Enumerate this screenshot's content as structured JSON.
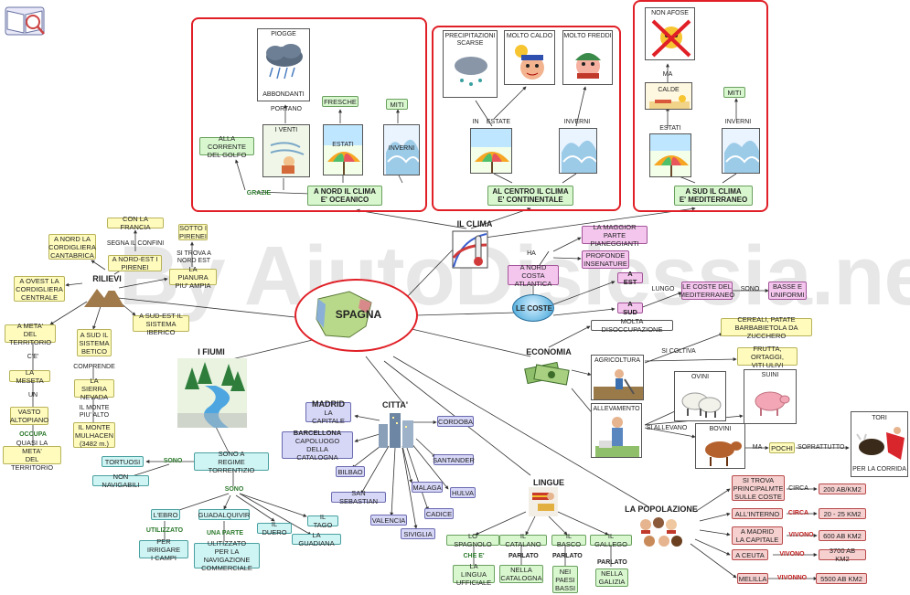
{
  "center": {
    "label": "SPAGNA"
  },
  "clima": {
    "title": "IL CLIMA",
    "nord": {
      "label": "A NORD IL CLIMA\nE' OCEANICO",
      "grazie": "GRAZIE",
      "corrente": "ALLA CORRENTE\nDEL GOLFO",
      "venti": "I VENTI",
      "portano": "PORTANO",
      "piogge_top": "PIOGGE",
      "piogge_bottom": "ABBONDANTI",
      "estati": "ESTATI",
      "inverni": "INVERNI",
      "fresche": "FRESCHE",
      "miti": "MITI"
    },
    "centro": {
      "label": "AL CENTRO IL CLIMA\nE' CONTINENTALE",
      "in": "IN",
      "estate": "ESTATE",
      "inverni": "INVERNI",
      "precip": "PRECIPITAZIONI\nSCARSE",
      "caldo": "MOLTO CALDO",
      "freddi": "MOLTO FREDDI"
    },
    "sud": {
      "label": "A SUD IL CLIMA\nE' MEDITERRANEO",
      "estati": "ESTATI",
      "inverni": "INVERNI",
      "calde": "CALDE",
      "ma": "MA",
      "non_afose": "NON AFOSE",
      "miti": "MITI"
    }
  },
  "rilievi": {
    "title": "RILIEVI",
    "ovest": "A OVEST LA\nCORDIGLIERA\nCENTRALE",
    "nord": "A NORD LA\nCORDIGLIERA\nCANTABRICA",
    "nordest": "A NORD-EST I\nPIRENEI",
    "segna": "SEGNA IL CONFINI",
    "francia": "CON LA FRANCIA",
    "pianura": "LA PIANURA\nPIU' AMPIA",
    "si_trova": "SI TROVA A\nNORD EST",
    "sotto": "SOTTO I\nPIRENEI",
    "sudest": "A SUD-EST IL\nSISTEMA IBERICO",
    "meta": "A META'\nDEL TERRITORIO",
    "ce": "C'E'",
    "meseta": "LA MESETA",
    "un": "UN",
    "vasto": "VASTO\nALTOPIANO",
    "occupa": "OCCUPA",
    "quasi": "QUASI LA META'\nDEL TERRITORIO",
    "sud": "A SUD IL\nSISTEMA\nBETICO",
    "comprende": "COMPRENDE",
    "sierra": "LA SIERRA\nNEVADA",
    "monte_lbl": "IL MONTE\nPIU' ALTO",
    "mulhacen": "IL MONTE\nMULHACEN\n(3482 m.)"
  },
  "coste": {
    "title": "LE COSTE",
    "nord": "A NORD COSTA\nATLANTICA",
    "ha": "HA",
    "pianeggianti": "LA MAGGIOR PARTE\nPIANEGGIANTI",
    "insenature": "PROFONDE\nINSENATURE",
    "est": "A EST",
    "sud": "A SUD",
    "lungo": "LUNGO",
    "mediterraneo": "LE COSTE DEL\nMEDITERRANEO",
    "sono": "SONO",
    "basse": "BASSE E\nUNIFORMI"
  },
  "economia": {
    "title": "ECONOMIA",
    "disoccupazione": "MOLTA DISOCCUPAZIONE",
    "agricoltura": "AGRICOLTURA",
    "si_coltiva": "SI COLTIVA",
    "cereali": "CEREALI, PATATE\nBARBABIETOLA DA ZUCCHERO",
    "frutta": "FRUTTA, ORTAGGI,\nVITI ULIVI",
    "allevamento": "ALLEVAMENTO",
    "si_allevano": "SI ALLEVANO",
    "ovini": "OVINI",
    "suini": "SUINI",
    "bovini": "BOVINI",
    "ma": "MA",
    "pochi": "POCHI",
    "soprattutto": "SOPRATTUTTO",
    "tori": "TORI",
    "corrida": "PER LA CORRIDA"
  },
  "fiumi": {
    "title": "I FIUMI",
    "regime": "SONO A\nREGIME TORRENTIZIO",
    "sono1": "SONO",
    "tortuosi": "TORTUOSI",
    "non_navigabili": "NON NAVIGABILI",
    "sono2": "SONO",
    "ebro": "L'EBRO",
    "utilizzato": "UTILIZZATO",
    "irrigare": "PER IRRIGARE\nI CAMPI",
    "guadalquivir": "GUADALQUIVIR",
    "una_parte": "UNA PARTE",
    "navigazione": "ULITIZZATO\nPER LA NAVIGAZIONE\nCOMMERCIALE",
    "duero": "IL DUERO",
    "tago": "IL TAGO",
    "guadiana": "LA GUADIANA"
  },
  "citta": {
    "title": "CITTA'",
    "madrid": "MADRID",
    "madrid_sub": "LA CAPITALE",
    "barcellona": "BARCELLONA",
    "barcellona_sub": "CAPOLUOGO\nDELLA CATALOGNA",
    "cordoba": "CORDOBA",
    "santander": "SANTANDER",
    "bilbao": "BILBAO",
    "san_sebastian": "SAN SEBASTIAN",
    "malaga": "MALAGA",
    "huelva": "HULVA",
    "valencia": "VALENCIA",
    "cadice": "CADICE",
    "siviglia": "SIVIGLIA"
  },
  "lingue": {
    "title": "LINGUE",
    "spagnolo": "LO SPAGNOLO",
    "che_e": "CHE E'",
    "ufficiale": "LA LINGUA\nUFFICIALE",
    "catalano": "IL CATALANO",
    "parlato1": "PARLATO",
    "catalogna": "NELLA\nCATALOGNA",
    "basco": "IL BASCO",
    "parlato2": "PARLATO",
    "paesi_baschi": "NEI\nPAESI\nBASSI",
    "gallego": "IL GALLEGO",
    "parlato3": "PARLATO",
    "galizia": "NELLA\nGALIZIA"
  },
  "popolazione": {
    "title": "LA POPOLAZIONE",
    "coste": "SI TROVA\nPRINCIPALMTE\nSULLE COSTE",
    "circa1": "CIRCA",
    "coste_val": "200 AB/KM2",
    "interno": "ALL'INTERNO",
    "circa2": "CIRCA",
    "interno_val": "20 - 25 KM2",
    "madrid": "A MADRID\nLA CAPITALE",
    "vivono1": "VIVONO",
    "madrid_val": "600 AB KM2",
    "ceuta": "A CEUTA",
    "vivono2": "VIVONO",
    "ceuta_val": "3700 AB KM2",
    "melilla": "MELILLA",
    "vivonno": "VIVONNO",
    "melilla_val": "5500 AB KM2"
  },
  "watermark": "By AiutoDislessia.net",
  "colors": {
    "frame": "#e01f26",
    "yellow": "#fefbbd",
    "green": "#d8f7cf",
    "pink": "#f4c6ee",
    "red": "#f6cfcf",
    "cyan": "#cff4f4",
    "blue": "#d6d6f7"
  }
}
